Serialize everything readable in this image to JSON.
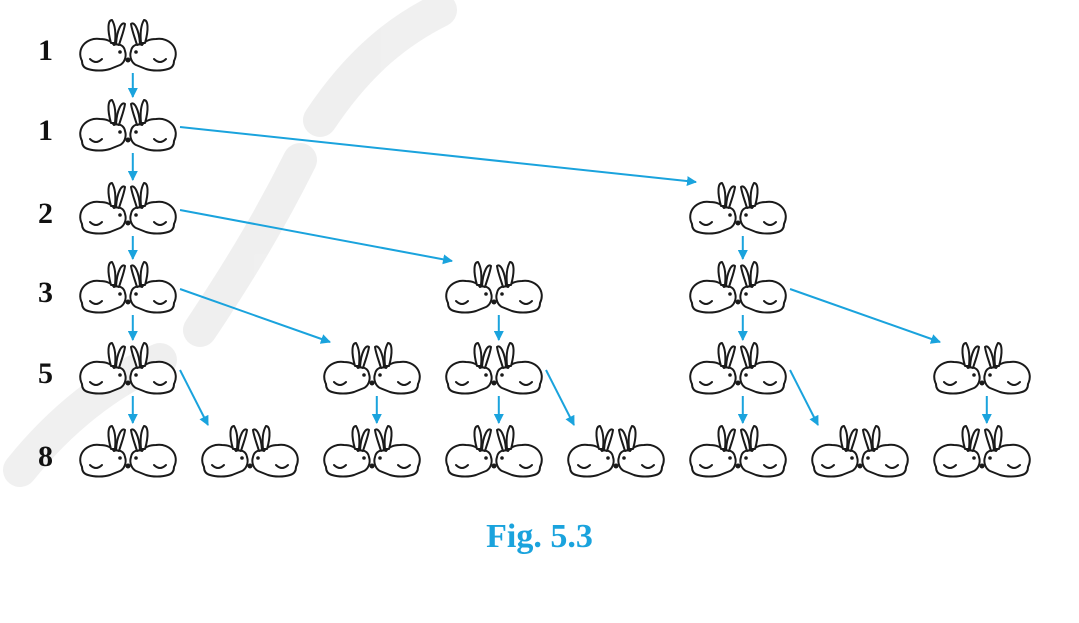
{
  "rows": [
    {
      "label": "1"
    },
    {
      "label": "1"
    },
    {
      "label": "2"
    },
    {
      "label": "3"
    },
    {
      "label": "5"
    },
    {
      "label": "8"
    }
  ],
  "caption": "Fig.  5.3",
  "colors": {
    "arrow": "#1aa3dd",
    "caption": "#1aa3dd",
    "label": "#111111"
  },
  "icons": {
    "pair": "rabbit-pair-icon"
  }
}
